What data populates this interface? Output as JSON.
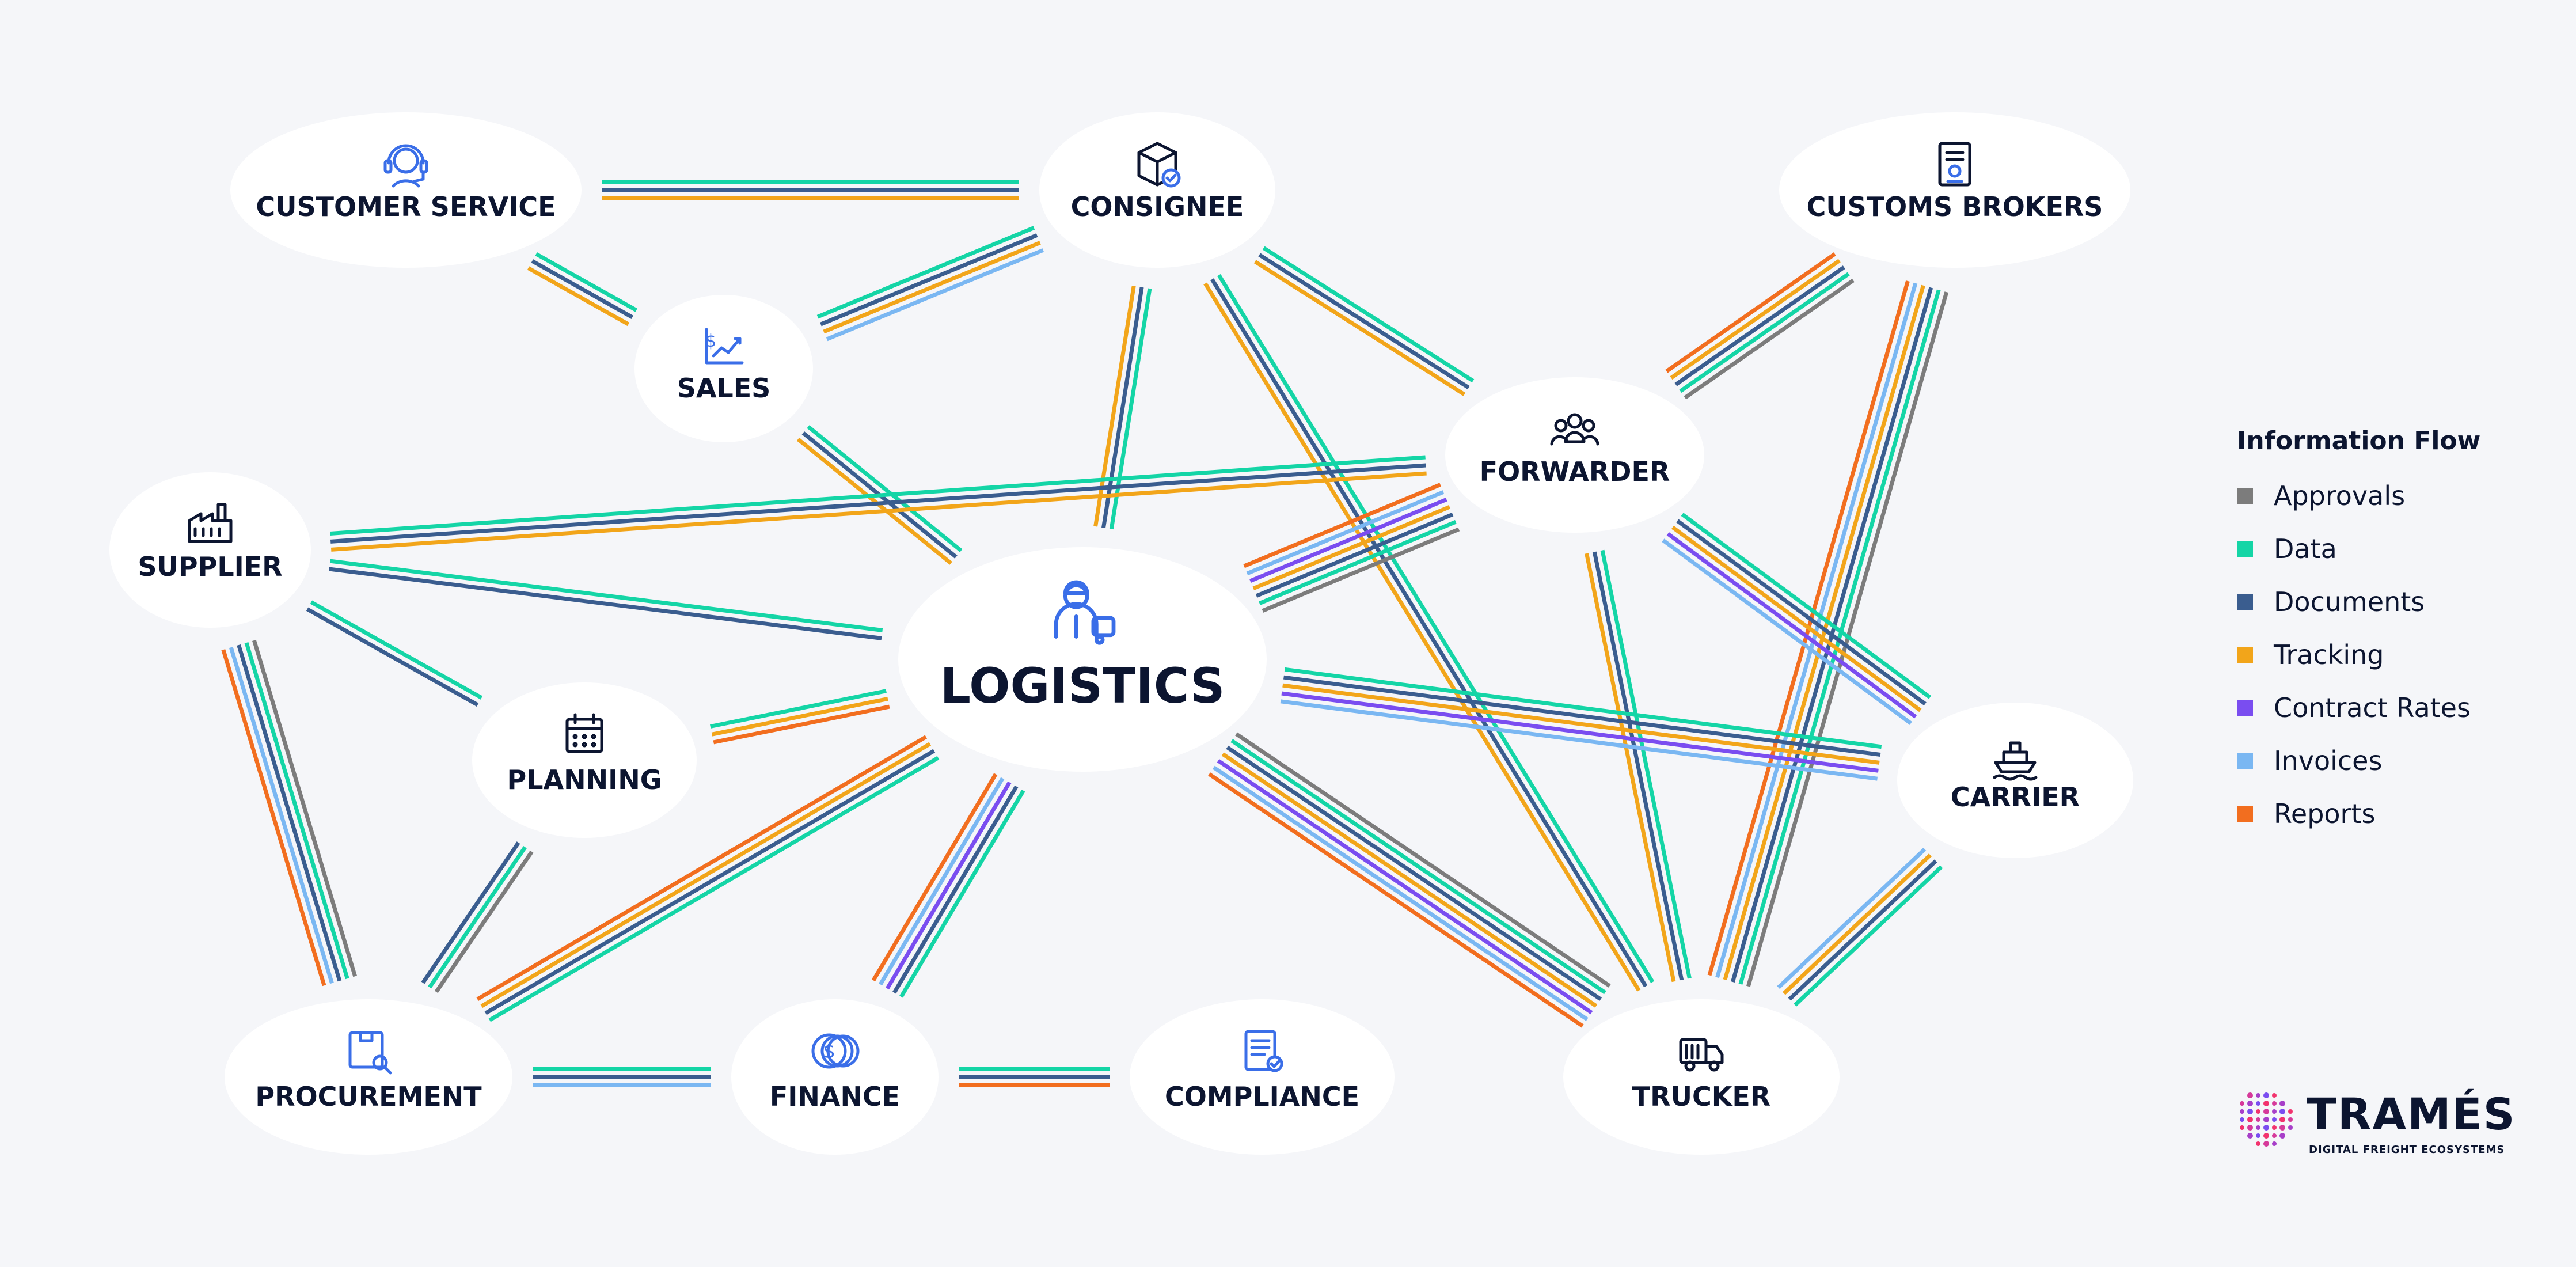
{
  "colors": {
    "approvals": "#7c7c7c",
    "data": "#14d5a6",
    "documents": "#3a5d8f",
    "tracking": "#f2a51a",
    "contract_rates": "#7a4df0",
    "invoices": "#7ab7f2",
    "reports": "#f26e1f",
    "node_fill": "#ffffff",
    "icon_stroke": "#3a6ee8",
    "text_dark": "#0c1530"
  },
  "nodes": {
    "customer_service": {
      "label": "CUSTOMER SERVICE",
      "icon": "headset-icon"
    },
    "consignee": {
      "label": "CONSIGNEE",
      "icon": "package-icon"
    },
    "customs_brokers": {
      "label": "CUSTOMS BROKERS",
      "icon": "document-icon"
    },
    "sales": {
      "label": "SALES",
      "icon": "sales-chart-icon"
    },
    "forwarder": {
      "label": "FORWARDER",
      "icon": "team-icon"
    },
    "supplier": {
      "label": "SUPPLIER",
      "icon": "factory-icon"
    },
    "logistics": {
      "label": "LOGISTICS",
      "icon": "worker-icon"
    },
    "planning": {
      "label": "PLANNING",
      "icon": "calendar-icon"
    },
    "carrier": {
      "label": "CARRIER",
      "icon": "ship-icon"
    },
    "procurement": {
      "label": "PROCUREMENT",
      "icon": "box-search-icon"
    },
    "finance": {
      "label": "FINANCE",
      "icon": "coins-icon"
    },
    "compliance": {
      "label": "COMPLIANCE",
      "icon": "checklist-icon"
    },
    "trucker": {
      "label": "TRUCKER",
      "icon": "truck-icon"
    }
  },
  "legend": {
    "title": "Information Flow",
    "items": [
      {
        "key": "approvals",
        "label": "Approvals",
        "color": "#7c7c7c"
      },
      {
        "key": "data",
        "label": "Data",
        "color": "#14d5a6"
      },
      {
        "key": "documents",
        "label": "Documents",
        "color": "#3a5d8f"
      },
      {
        "key": "tracking",
        "label": "Tracking",
        "color": "#f2a51a"
      },
      {
        "key": "contract_rates",
        "label": "Contract Rates",
        "color": "#7a4df0"
      },
      {
        "key": "invoices",
        "label": "Invoices",
        "color": "#7ab7f2"
      },
      {
        "key": "reports",
        "label": "Reports",
        "color": "#f26e1f"
      }
    ]
  },
  "connections": [
    {
      "from": "customer_service",
      "to": "consignee",
      "flows": [
        "data",
        "documents",
        "tracking"
      ]
    },
    {
      "from": "customer_service",
      "to": "sales",
      "flows": [
        "data",
        "documents",
        "tracking"
      ]
    },
    {
      "from": "sales",
      "to": "consignee",
      "flows": [
        "data",
        "documents",
        "tracking",
        "invoices"
      ]
    },
    {
      "from": "sales",
      "to": "logistics",
      "flows": [
        "data",
        "documents",
        "tracking"
      ]
    },
    {
      "from": "consignee",
      "to": "logistics",
      "flows": [
        "data",
        "documents",
        "tracking"
      ]
    },
    {
      "from": "consignee",
      "to": "forwarder",
      "flows": [
        "data",
        "documents",
        "tracking"
      ]
    },
    {
      "from": "consignee",
      "to": "trucker",
      "flows": [
        "data",
        "documents",
        "tracking"
      ]
    },
    {
      "from": "customs_brokers",
      "to": "forwarder",
      "flows": [
        "approvals",
        "data",
        "documents",
        "tracking",
        "reports"
      ]
    },
    {
      "from": "customs_brokers",
      "to": "trucker",
      "flows": [
        "approvals",
        "data",
        "documents",
        "tracking",
        "invoices",
        "reports"
      ]
    },
    {
      "from": "supplier",
      "to": "forwarder",
      "flows": [
        "data",
        "documents",
        "tracking"
      ]
    },
    {
      "from": "supplier",
      "to": "logistics",
      "flows": [
        "data",
        "documents"
      ]
    },
    {
      "from": "supplier",
      "to": "planning",
      "flows": [
        "data",
        "documents"
      ]
    },
    {
      "from": "supplier",
      "to": "procurement",
      "flows": [
        "approvals",
        "data",
        "documents",
        "invoices",
        "reports"
      ]
    },
    {
      "from": "forwarder",
      "to": "logistics",
      "flows": [
        "approvals",
        "data",
        "documents",
        "tracking",
        "contract_rates",
        "invoices",
        "reports"
      ]
    },
    {
      "from": "forwarder",
      "to": "carrier",
      "flows": [
        "data",
        "documents",
        "tracking",
        "contract_rates",
        "invoices"
      ]
    },
    {
      "from": "forwarder",
      "to": "trucker",
      "flows": [
        "data",
        "documents",
        "tracking"
      ]
    },
    {
      "from": "planning",
      "to": "logistics",
      "flows": [
        "data",
        "tracking",
        "reports"
      ]
    },
    {
      "from": "planning",
      "to": "procurement",
      "flows": [
        "approvals",
        "data",
        "documents"
      ]
    },
    {
      "from": "logistics",
      "to": "carrier",
      "flows": [
        "data",
        "documents",
        "tracking",
        "contract_rates",
        "invoices"
      ]
    },
    {
      "from": "logistics",
      "to": "procurement",
      "flows": [
        "data",
        "documents",
        "tracking",
        "reports"
      ]
    },
    {
      "from": "logistics",
      "to": "finance",
      "flows": [
        "data",
        "documents",
        "contract_rates",
        "invoices",
        "reports"
      ]
    },
    {
      "from": "logistics",
      "to": "trucker",
      "flows": [
        "approvals",
        "data",
        "documents",
        "tracking",
        "contract_rates",
        "invoices",
        "reports"
      ]
    },
    {
      "from": "carrier",
      "to": "trucker",
      "flows": [
        "data",
        "documents",
        "tracking",
        "invoices"
      ]
    },
    {
      "from": "procurement",
      "to": "finance",
      "flows": [
        "data",
        "documents",
        "invoices"
      ]
    },
    {
      "from": "finance",
      "to": "compliance",
      "flows": [
        "data",
        "documents",
        "reports"
      ]
    }
  ],
  "brand": {
    "name": "TRAMÉS",
    "tagline": "DIGITAL FREIGHT ECOSYSTEMS"
  }
}
